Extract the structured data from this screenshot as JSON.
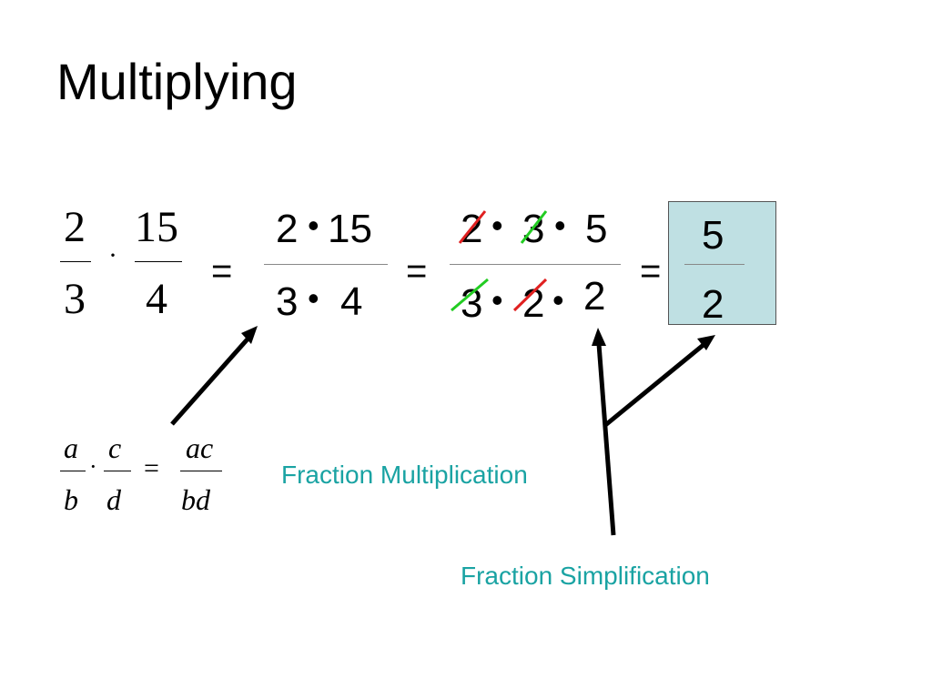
{
  "slide": {
    "title": "Multiplying"
  },
  "problem": {
    "frac1_num": "2",
    "frac1_den": "3",
    "dot": "·",
    "frac2_num": "15",
    "frac2_den": "4"
  },
  "step1": {
    "equals": "=",
    "num_a": "2",
    "num_dot": "•",
    "num_b": "15",
    "den_a": "3",
    "den_dot": "•",
    "den_b": "4"
  },
  "step2": {
    "equals": "=",
    "num_a": "2",
    "num_dot1": "•",
    "num_b": "3",
    "num_dot2": "•",
    "num_c": "5",
    "den_a": "3",
    "den_dot1": "•",
    "den_b": "2",
    "den_dot2": "•",
    "den_c": "2"
  },
  "answer": {
    "equals": "=",
    "num": "5",
    "den": "2"
  },
  "rule": {
    "a": "a",
    "b": "b",
    "dot": "·",
    "c": "c",
    "d": "d",
    "equals": "=",
    "ac": "ac",
    "bd": "bd"
  },
  "captions": {
    "multiplication": "Fraction Multiplication",
    "simplification": "Fraction Simplification"
  },
  "colors": {
    "caption": "#1aa3a3",
    "answer_box": "#bfe0e3",
    "cancel_red": "#e02020",
    "cancel_green": "#22cc22"
  }
}
